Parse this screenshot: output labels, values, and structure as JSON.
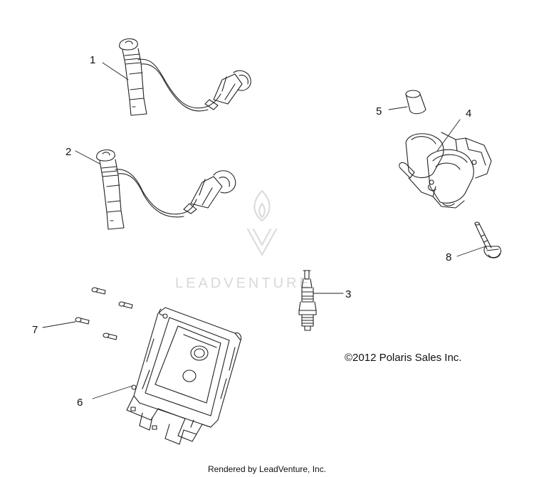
{
  "watermark": {
    "text": "LEADVENTURE"
  },
  "callouts": {
    "c1": "1",
    "c2": "2",
    "c3": "3",
    "c4": "4",
    "c5": "5",
    "c6": "6",
    "c7": "7",
    "c8": "8"
  },
  "copyright": "©2012 Polaris Sales Inc.",
  "footer": "Rendered by LeadVenture, Inc."
}
